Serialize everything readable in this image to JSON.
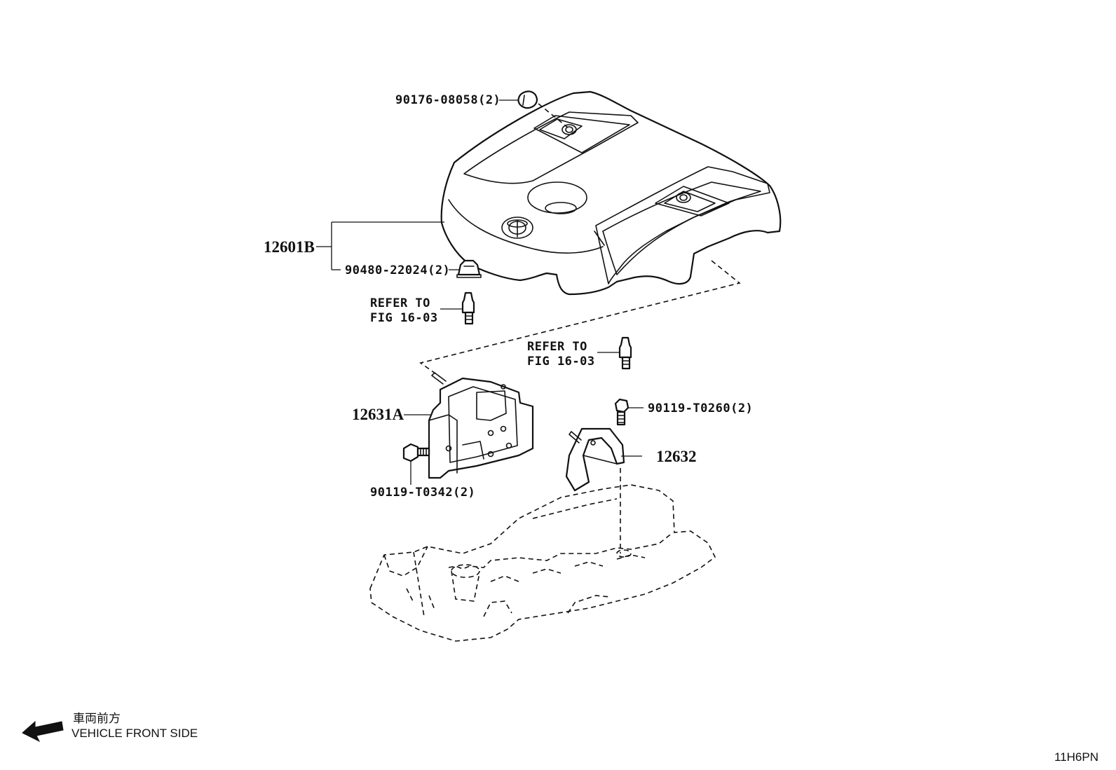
{
  "callouts": {
    "grommet": "90176-08058(2)",
    "cover": "12601B",
    "cushion": "90480-22024(2)",
    "refer1_line1": "REFER TO",
    "refer1_line2": "FIG 16-03",
    "refer2_line1": "REFER TO",
    "refer2_line2": "FIG 16-03",
    "bracket_a": "12631A",
    "bolt_t0260": "90119-T0260(2)",
    "bracket_b": "12632",
    "bolt_t0342": "90119-T0342(2)"
  },
  "direction": {
    "label_jp": "車両前方",
    "label_en": "VEHICLE FRONT SIDE"
  },
  "figure_code": "11H6PN"
}
